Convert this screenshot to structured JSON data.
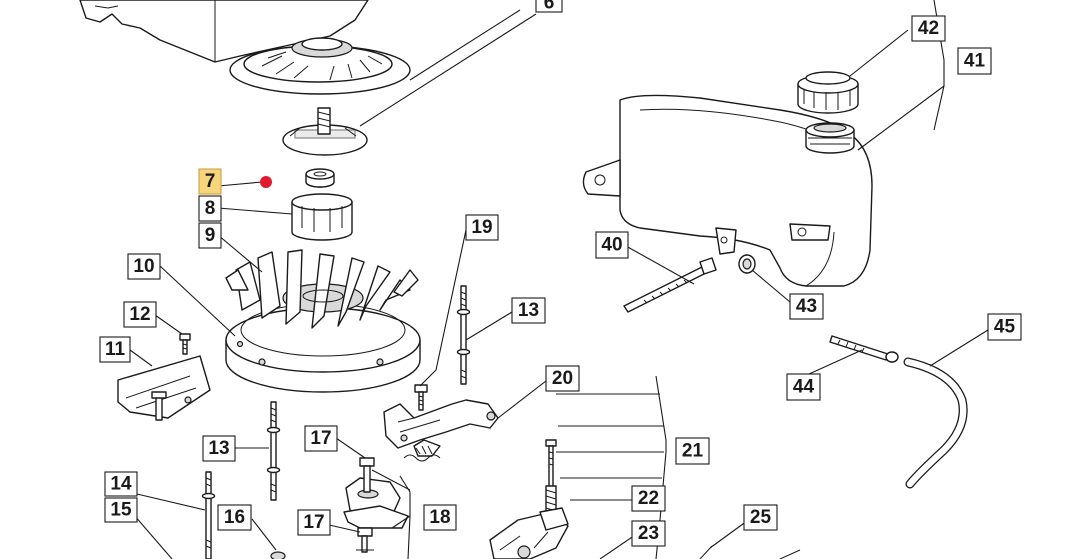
{
  "diagram": {
    "type": "exploded-parts-diagram",
    "highlighted_callout": "7",
    "highlight_color": "#f7d57a",
    "marker_color": "#e01b2f",
    "callouts": {
      "c6": "6",
      "c7": "7",
      "c8": "8",
      "c9": "9",
      "c10": "10",
      "c11": "11",
      "c12": "12",
      "c13a": "13",
      "c13b": "13",
      "c14": "14",
      "c15": "15",
      "c16": "16",
      "c17a": "17",
      "c17b": "17",
      "c18": "18",
      "c19": "19",
      "c20": "20",
      "c21": "21",
      "c22": "22",
      "c23": "23",
      "c25": "25",
      "c40": "40",
      "c41": "41",
      "c42": "42",
      "c43": "43",
      "c44": "44",
      "c45": "45"
    }
  }
}
